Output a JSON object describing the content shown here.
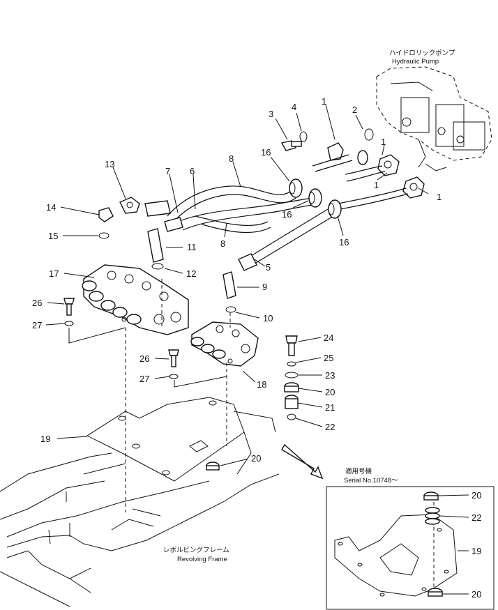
{
  "labels": {
    "pump_jp": "ハイドロリックポンプ",
    "pump_en": "Hydraulic Pump",
    "frame_jp": "レボルビングフレーム",
    "frame_en": "Revolving Frame",
    "serial_jp": "適用号機",
    "serial_en": "Serial No.10748～"
  },
  "callouts": [
    "1",
    "2",
    "3",
    "4",
    "1",
    "16",
    "13",
    "7",
    "6",
    "8",
    "1",
    "1",
    "14",
    "16",
    "16",
    "15",
    "8",
    "11",
    "17",
    "12",
    "5",
    "9",
    "26",
    "10",
    "27",
    "24",
    "25",
    "26",
    "23",
    "27",
    "18",
    "20",
    "21",
    "22",
    "19",
    "20",
    "20",
    "22",
    "19",
    "20"
  ]
}
